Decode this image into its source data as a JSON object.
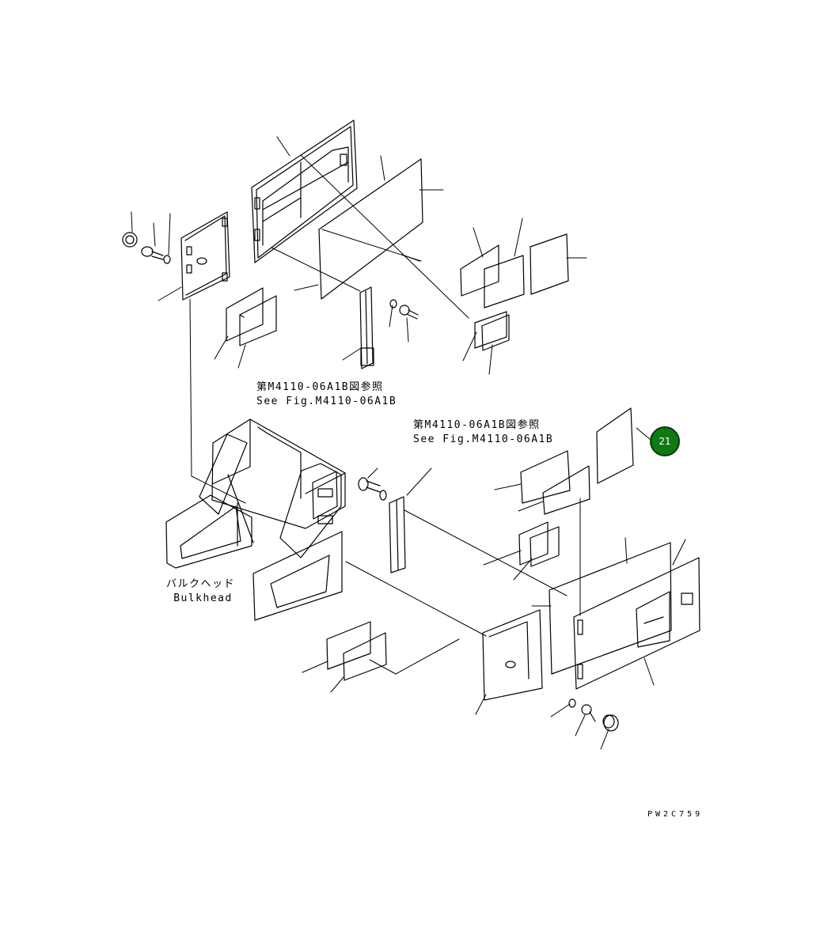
{
  "references": {
    "upper": {
      "jp": "第M4110-06A1B図参照",
      "en": "See Fig.M4110-06A1B"
    },
    "lower": {
      "jp": "第M4110-06A1B図参照",
      "en": "See Fig.M4110-06A1B"
    }
  },
  "bulkhead": {
    "jp": "バルクヘッド",
    "en": "Bulkhead"
  },
  "callout": {
    "number": "21",
    "color": "#0f7a13"
  },
  "drawing_code": "PW2C759",
  "line_color": "#000000"
}
